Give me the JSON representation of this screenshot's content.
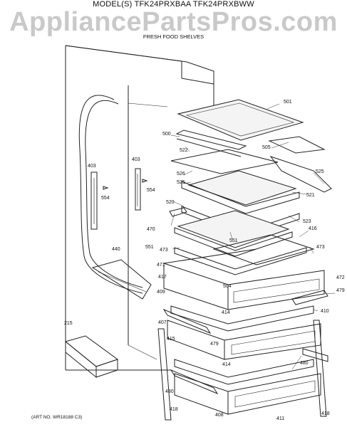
{
  "header": {
    "model_line": "MODEL(S) TFK24PRXBAA  TFK24PRXBWW",
    "section_title": "FRESH FOOD SHELVES"
  },
  "watermark": "AppliancePartsPros.com",
  "art_number": "(ART NO. WR18188 C3)",
  "part_labels": [
    "501",
    "500",
    "522",
    "505",
    "526",
    "525",
    "525",
    "521",
    "403",
    "403",
    "554",
    "554",
    "520",
    "470",
    "523",
    "416",
    "551",
    "551",
    "473",
    "473",
    "440",
    "471",
    "417",
    "504",
    "472",
    "409",
    "479",
    "414",
    "410",
    "407",
    "479",
    "215",
    "415",
    "414",
    "480",
    "480",
    "418",
    "408",
    "411",
    "418"
  ]
}
